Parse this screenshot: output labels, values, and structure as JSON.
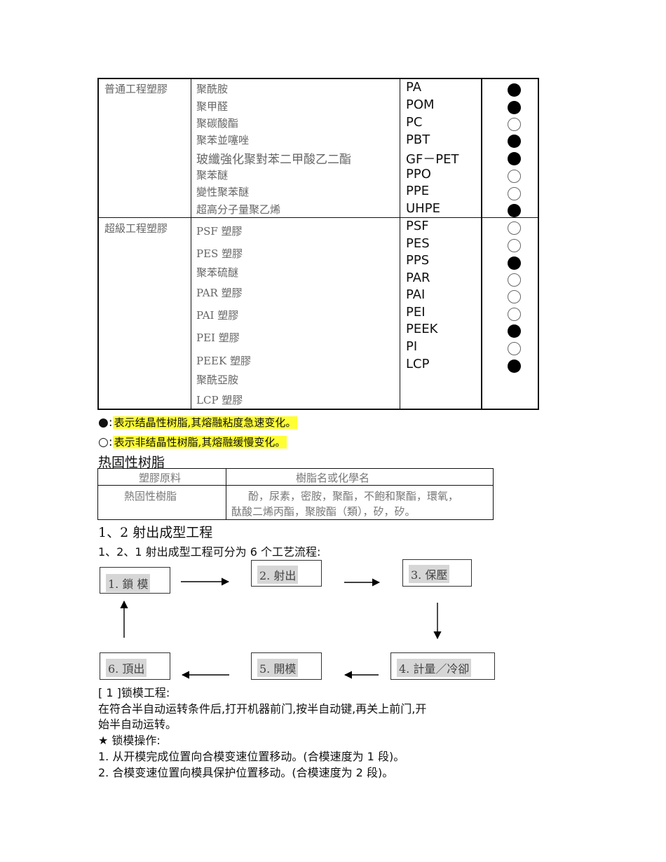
{
  "material_table": {
    "categories": [
      "普通工程塑膠",
      "超級工程塑膠"
    ],
    "engineering": {
      "names": [
        "聚酰胺",
        "聚甲醛",
        "聚碳酸酯",
        "聚苯並噻唑",
        "玻纖強化聚對苯二甲酸乙二酯",
        "聚苯醚",
        "變性聚苯醚",
        "超高分子量聚乙烯"
      ],
      "abbrs": [
        "PA",
        "POM",
        "PC",
        "PBT",
        "GF－PET",
        "PPO",
        "PPE",
        "UHPE"
      ],
      "crystalline": [
        true,
        true,
        false,
        true,
        true,
        false,
        false,
        true
      ]
    },
    "super": {
      "names": [
        "PSF 塑膠",
        "PES 塑膠",
        "聚苯硫醚",
        "PAR 塑膠",
        "PAI 塑膠",
        "PEI 塑膠",
        "PEEK 塑膠",
        "聚酰亞胺",
        "LCP 塑膠"
      ],
      "abbrs": [
        "PSF",
        "PES",
        "PPS",
        "PAR",
        "PAI",
        "PEI",
        "PEEK",
        "PI",
        "LCP"
      ],
      "crystalline": [
        false,
        false,
        true,
        false,
        false,
        false,
        true,
        false,
        true
      ]
    }
  },
  "legend": {
    "filled_symbol": "●:",
    "filled_text": "表示结晶性树脂,其熔融粘度急速变化。",
    "open_symbol": "○:",
    "open_text": "表示非结晶性树脂,其熔融缓慢变化。"
  },
  "thermoset": {
    "heading": "热固性树脂",
    "col1_header": "塑膠原料",
    "col2_header": "樹脂名或化學名",
    "row_label": "熱固性樹脂",
    "row_text_line1": "酚，尿素，密胺，聚酯，不飽和聚酯，環氧，",
    "row_text_line2": "酞酸二烯丙酯，聚胺酯（類），矽，矽。"
  },
  "section": {
    "heading": "1、2 射出成型工程",
    "sub": "1、2、1 射出成型工程可分为 6 个工艺流程:"
  },
  "flow": {
    "steps": [
      "1. 鎖 模",
      "2. 射出",
      "3. 保壓",
      "4. 計量／冷卻",
      "5. 開模",
      "6. 頂出"
    ]
  },
  "body_text": {
    "l1": "[ 1 ]锁模工程:",
    "l2": "在符合半自动运转条件后,打开机器前门,按半自动键,再关上前门,开",
    "l3": "始半自动运转。",
    "l4": "★ 锁模操作:",
    "l5": "1. 从开模完成位置向合模变速位置移动。(合模速度为 1 段)。",
    "l6": "2. 合模变速位置向模具保护位置移动。(合模速度为 2 段)。"
  }
}
